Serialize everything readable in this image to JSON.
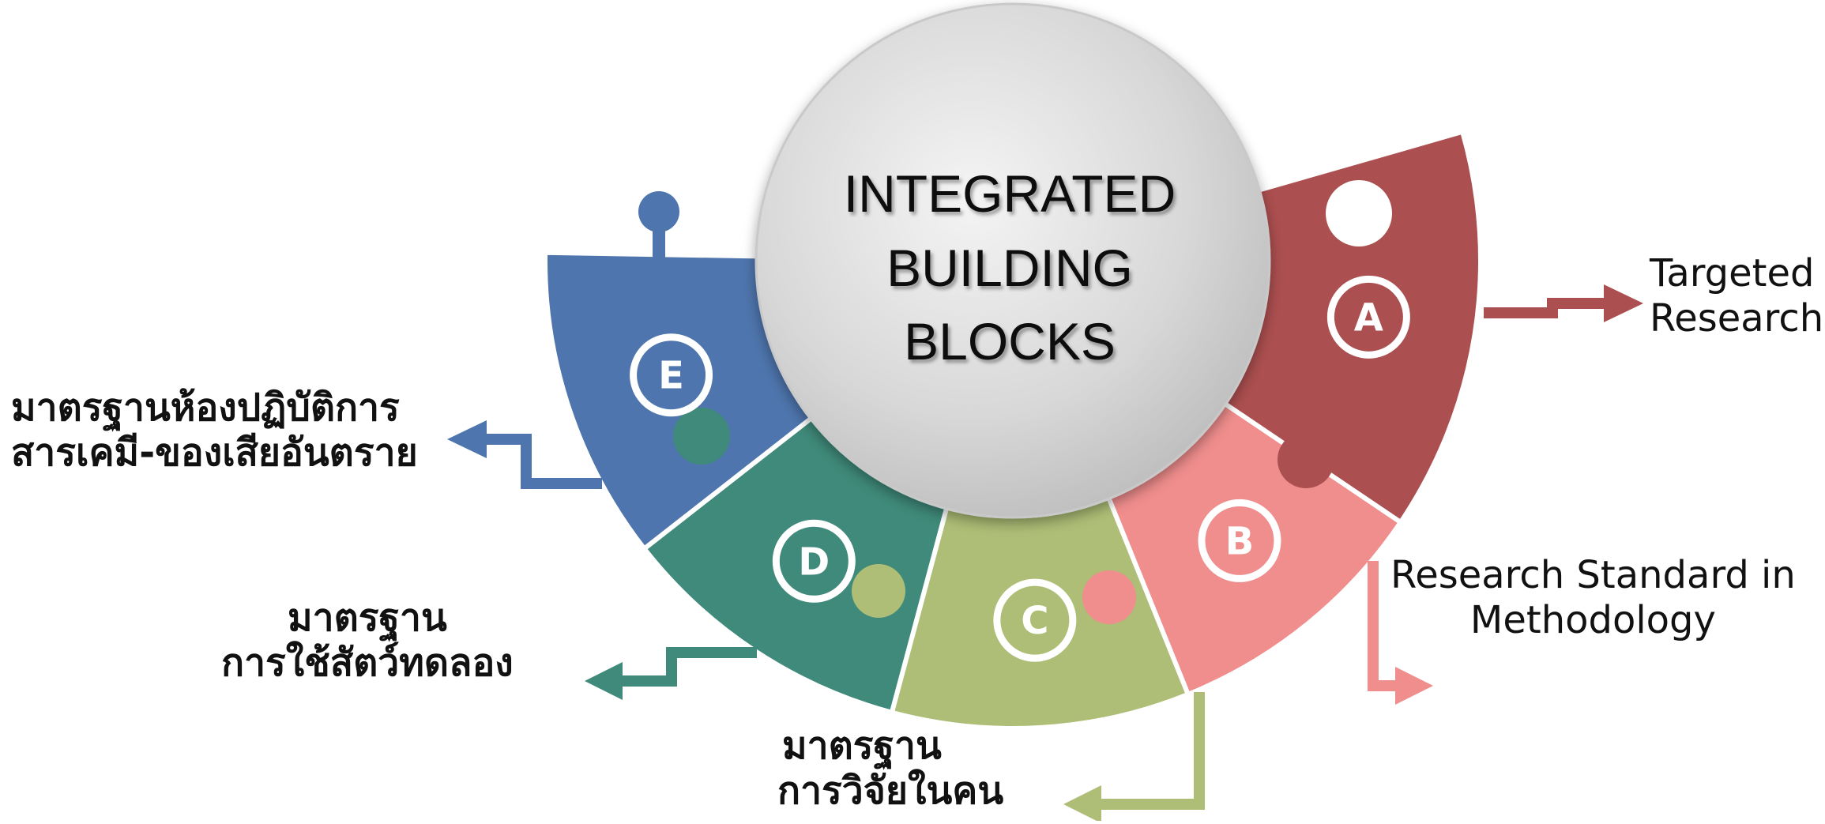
{
  "hub": {
    "lines": [
      "INTEGRATED",
      "BUILDING",
      "BLOCKS"
    ]
  },
  "pieces": [
    {
      "letter": "A",
      "color": "#AC4F50",
      "label": [
        "Targeted",
        "Research"
      ]
    },
    {
      "letter": "B",
      "color": "#F08D8D",
      "label": [
        "Research Standard in",
        "Methodology"
      ]
    },
    {
      "letter": "C",
      "color": "#AEBE76",
      "label": [
        "มาตรฐาน",
        "การวิจัยในคน"
      ]
    },
    {
      "letter": "D",
      "color": "#3F8A7A",
      "label": [
        "มาตรฐาน",
        "การใช้สัตว์ทดลอง"
      ]
    },
    {
      "letter": "E",
      "color": "#4E75AD",
      "label": [
        "มาตรฐานห้องปฏิบัติการ",
        "สารเคมี-ของเสียอันตราย"
      ]
    }
  ],
  "colors": {
    "hub_light": "#f2f2f2",
    "hub_dark": "#bdbdbd"
  }
}
